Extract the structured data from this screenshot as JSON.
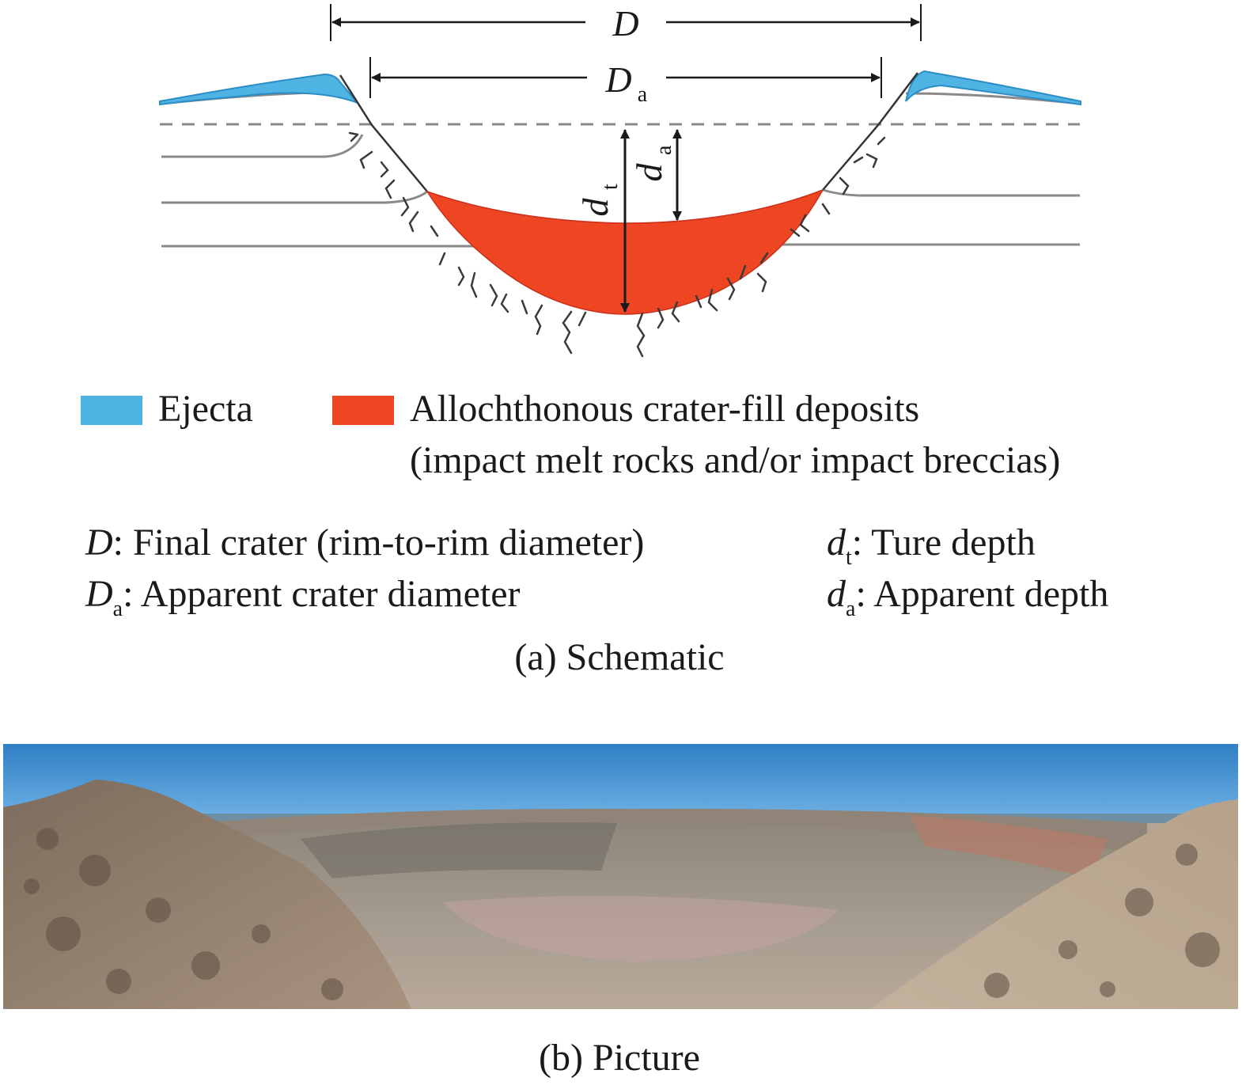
{
  "colors": {
    "ejecta": "#4fb3e3",
    "ejecta_dark": "#2c8cc4",
    "fill": "#ee4523",
    "fill_dark": "#c9301a",
    "line": "#333333",
    "strata": "#8a8a8a",
    "sky_top": "#2f7fc4",
    "sky_bottom": "#6fb1e4"
  },
  "schematic": {
    "dim_D": "D",
    "dim_Da_main": "D",
    "dim_Da_sub": "a",
    "dim_dt_main": "d",
    "dim_dt_sub": "t",
    "dim_da_main": "d",
    "dim_da_sub": "a"
  },
  "legend": {
    "ejecta": "Ejecta",
    "fill_line1": "Allochthonous crater-fill deposits",
    "fill_line2": "(impact melt rocks and/or impact breccias)"
  },
  "definitions": {
    "D_sym": "D",
    "D_text": ": Final crater (rim-to-rim diameter)",
    "Da_sym": "D",
    "Da_sub": "a",
    "Da_text": ": Apparent crater diameter",
    "dt_sym": "d",
    "dt_sub": "t",
    "dt_text": ": Ture depth",
    "da_sym": "d",
    "da_sub": "a",
    "da_text": ": Apparent depth"
  },
  "captions": {
    "a": "(a) Schematic",
    "b": "(b) Picture"
  },
  "icons": [
    "arrowhead-icon",
    "legend-swatch-ejecta",
    "legend-swatch-fill"
  ]
}
